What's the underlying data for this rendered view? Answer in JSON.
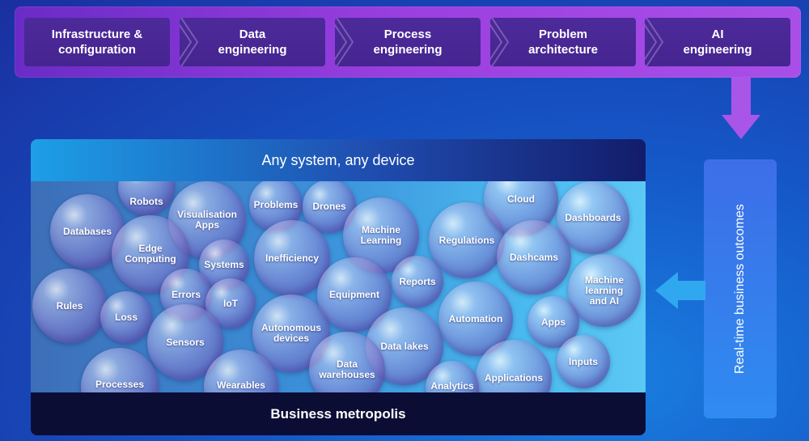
{
  "stages": [
    {
      "label": "Infrastructure &\nconfiguration"
    },
    {
      "label": "Data\nengineering"
    },
    {
      "label": "Process\nengineering"
    },
    {
      "label": "Problem\narchitecture"
    },
    {
      "label": "AI\nengineering"
    }
  ],
  "panel": {
    "header": "Any system, any device",
    "footer": "Business metropolis"
  },
  "side": {
    "label": "Real-time business outcomes"
  },
  "bubbles": [
    {
      "label": "Robots"
    },
    {
      "label": "Databases"
    },
    {
      "label": "Visualisation\nApps"
    },
    {
      "label": "Edge\nComputing"
    },
    {
      "label": "Systems"
    },
    {
      "label": "Problems"
    },
    {
      "label": "Drones"
    },
    {
      "label": "Machine\nLearning"
    },
    {
      "label": "Inefficiency"
    },
    {
      "label": "Regulations"
    },
    {
      "label": "Cloud"
    },
    {
      "label": "Dashboards"
    },
    {
      "label": "Dashcams"
    },
    {
      "label": "Reports"
    },
    {
      "label": "Machine\nlearning\nand AI"
    },
    {
      "label": "Rules"
    },
    {
      "label": "Loss"
    },
    {
      "label": "Errors"
    },
    {
      "label": "IoT"
    },
    {
      "label": "Equipment"
    },
    {
      "label": "Automation"
    },
    {
      "label": "Apps"
    },
    {
      "label": "Sensors"
    },
    {
      "label": "Autonomous\ndevices"
    },
    {
      "label": "Data lakes"
    },
    {
      "label": "Inputs"
    },
    {
      "label": "Data\nwarehouses"
    },
    {
      "label": "Applications"
    },
    {
      "label": "Processes"
    },
    {
      "label": "Wearables"
    },
    {
      "label": "Analytics"
    }
  ]
}
